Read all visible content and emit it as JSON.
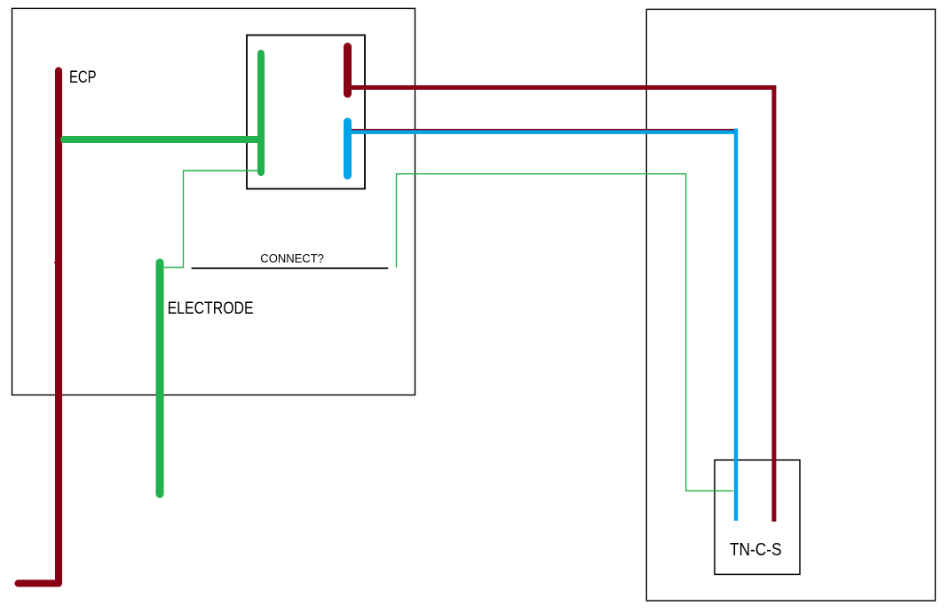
{
  "diagram": {
    "labels": {
      "ecp": "ECP",
      "electrode": "ELECTRODE",
      "connect": "CONNECT?",
      "tncs": "TN-C-S"
    },
    "colors": {
      "wire_dark_red": "#880015",
      "wire_green": "#22B14C",
      "wire_blue": "#00A2E8",
      "outline": "#000000",
      "background": "#FFFFFF"
    }
  }
}
